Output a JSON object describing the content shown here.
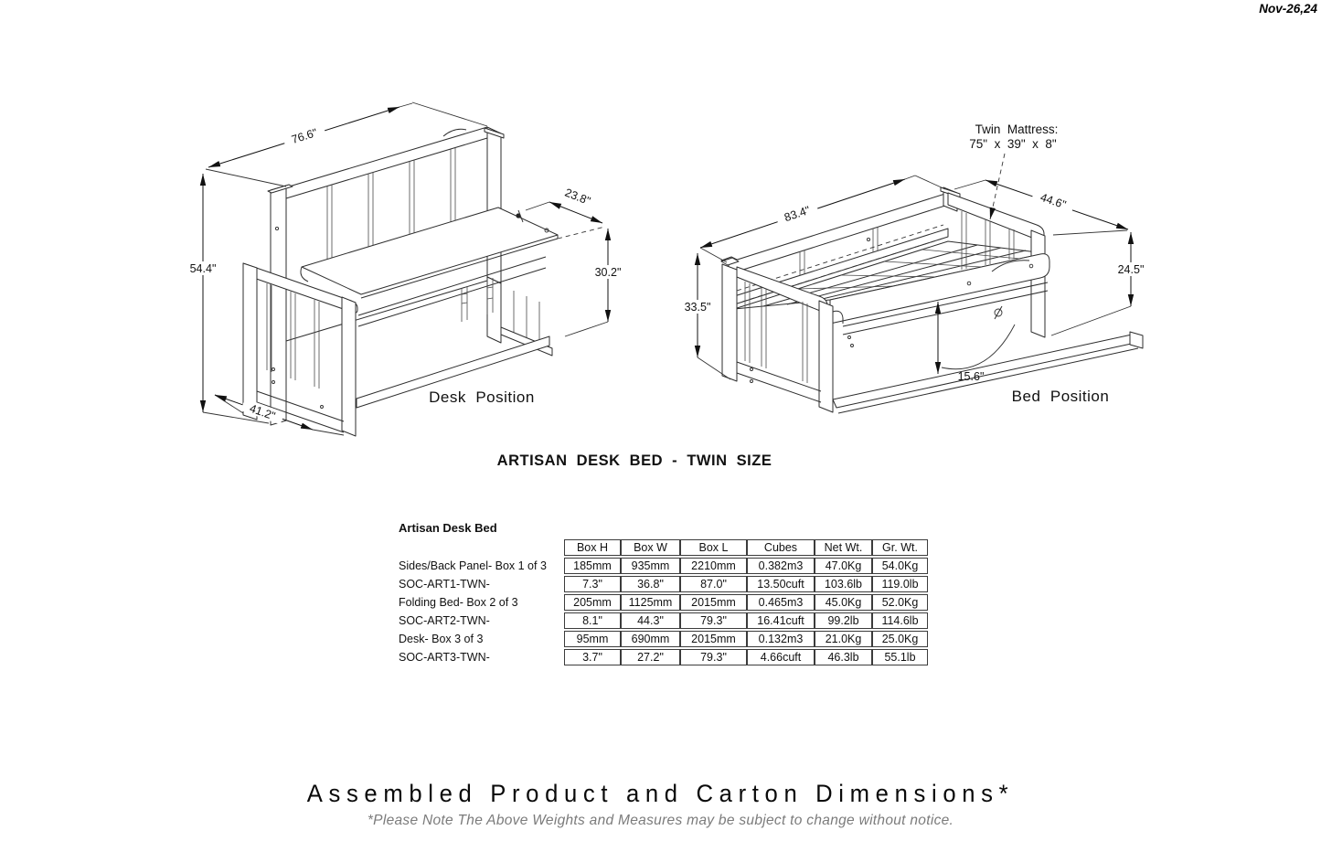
{
  "sheet": {
    "date": "Nov-26,24",
    "title": "ARTISAN  DESK  BED  -  TWIN  SIZE",
    "footer_heading": "Assembled Product and Carton Dimensions*",
    "footer_note": "*Please Note The Above Weights and Measures may be subject to change without notice."
  },
  "desk_view": {
    "label": "Desk  Position",
    "dims": {
      "length": "76.6\"",
      "height": "54.4\"",
      "depth": "23.8\"",
      "surface_height": "30.2\"",
      "side_depth": "41.2\""
    }
  },
  "bed_view": {
    "label": "Bed  Position",
    "mattress_title": "Twin  Mattress:",
    "mattress_size": "75\"  x  39\"  x  8\"",
    "dims": {
      "length": "83.4\"",
      "depth": "44.6\"",
      "arm_height": "24.5\"",
      "height": "33.5\"",
      "clearance": "15.6\""
    }
  },
  "carton_table": {
    "caption": "Artisan Desk Bed",
    "headers": [
      "Box H",
      "Box W",
      "Box L",
      "Cubes",
      "Net Wt.",
      "Gr. Wt."
    ],
    "rows": [
      {
        "label": "Sides/Back Panel- Box 1 of 3",
        "cells": [
          "185mm",
          "935mm",
          "2210mm",
          "0.382m3",
          "47.0Kg",
          "54.0Kg"
        ]
      },
      {
        "label": "SOC-ART1-TWN-",
        "cells": [
          "7.3\"",
          "36.8\"",
          "87.0\"",
          "13.50cuft",
          "103.6lb",
          "119.0lb"
        ]
      },
      {
        "label": "Folding Bed- Box 2 of 3",
        "cells": [
          "205mm",
          "1125mm",
          "2015mm",
          "0.465m3",
          "45.0Kg",
          "52.0Kg"
        ]
      },
      {
        "label": "SOC-ART2-TWN-",
        "cells": [
          "8.1\"",
          "44.3\"",
          "79.3\"",
          "16.41cuft",
          "99.2lb",
          "114.6lb"
        ]
      },
      {
        "label": "Desk- Box 3 of 3",
        "cells": [
          "95mm",
          "690mm",
          "2015mm",
          "0.132m3",
          "21.0Kg",
          "25.0Kg"
        ]
      },
      {
        "label": "SOC-ART3-TWN-",
        "cells": [
          "3.7\"",
          "27.2\"",
          "79.3\"",
          "4.66cuft",
          "46.3lb",
          "55.1lb"
        ]
      }
    ]
  }
}
